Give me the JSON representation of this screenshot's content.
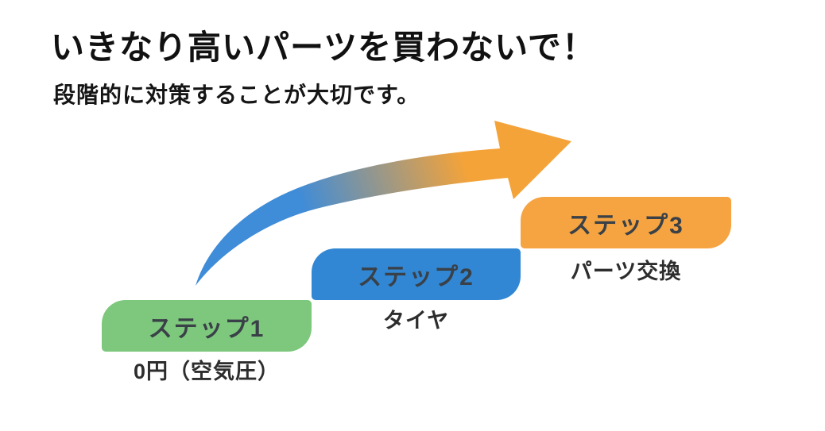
{
  "page": {
    "title": "いきなり高いパーツを買わないで！",
    "subtitle": "段階的に対策することが大切です。",
    "background_color": "#ffffff"
  },
  "steps": [
    {
      "label": "ステップ1",
      "sublabel": "0円（空気圧）",
      "color": "#7dc87d"
    },
    {
      "label": "ステップ2",
      "sublabel": "タイヤ",
      "color": "#3187d3"
    },
    {
      "label": "ステップ3",
      "sublabel": "パーツ交換",
      "color": "#f5a441"
    }
  ],
  "arrow": {
    "meaning": "step-up progression from cheap to expensive measures",
    "direction": "up-right",
    "gradient_start_color": "#3f8cd8",
    "gradient_end_color": "#f4a339"
  }
}
